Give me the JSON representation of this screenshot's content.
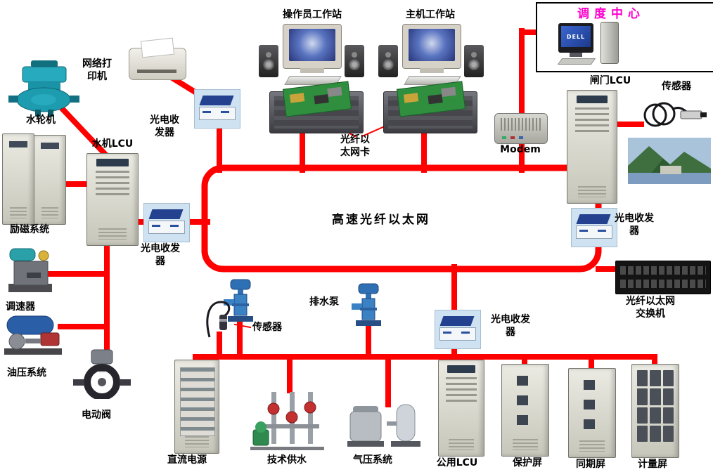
{
  "bus_label": "高速光纤以太网",
  "colors": {
    "bus_line": "#ff0000",
    "dispatch_text": "#ff00cc",
    "transceiver_bg": "#cfe2f1"
  },
  "labels": {
    "dispatch_center": "调度中心",
    "operator_workstation": "操作员工作站",
    "host_workstation": "主机工作站",
    "network_printer": "网络打印机",
    "fiber_ethernet_card": "光纤以太网卡",
    "modem": "Modem",
    "gate_lcu": "闸门LCU",
    "sensor": "传感器",
    "turbine": "水轮机",
    "turbine_lcu": "水机LCU",
    "optical_transceiver": "光电收发器",
    "excitation_system": "励磁系统",
    "governor": "调速器",
    "oil_pressure_system": "油压系统",
    "electric_valve": "电动阀",
    "drain_pump": "排水泵",
    "fiber_switch": "光纤以太网交换机",
    "dc_power": "直流电源",
    "tech_water_supply": "技术供水",
    "air_pressure_system": "气压系统",
    "common_lcu": "公用LCU",
    "protection_panel": "保护屏",
    "sync_panel": "同期屏",
    "metering_panel": "计量屏",
    "dell_logo": "DELL"
  }
}
